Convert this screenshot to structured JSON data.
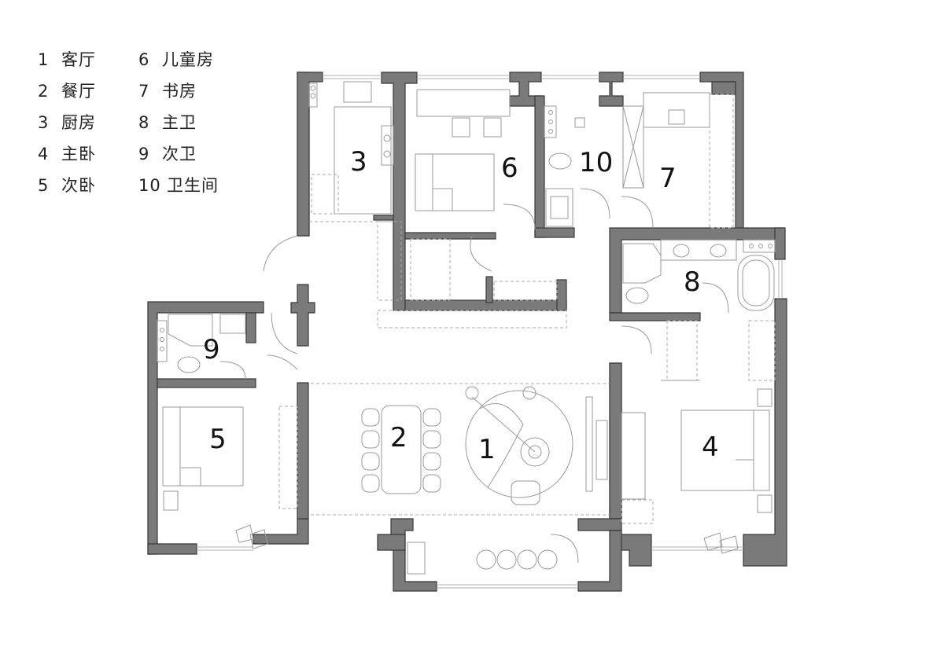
{
  "legend": {
    "items": [
      {
        "num": "1",
        "label": "客厅"
      },
      {
        "num": "2",
        "label": "餐厅"
      },
      {
        "num": "3",
        "label": "厨房"
      },
      {
        "num": "4",
        "label": "主卧"
      },
      {
        "num": "5",
        "label": "次卧"
      },
      {
        "num": "6",
        "label": "儿童房"
      },
      {
        "num": "7",
        "label": "书房"
      },
      {
        "num": "8",
        "label": "主卫"
      },
      {
        "num": "9",
        "label": "次卫"
      },
      {
        "num": "10",
        "label": "卫生间"
      }
    ]
  },
  "rooms": [
    {
      "id": "r1",
      "num": "1"
    },
    {
      "id": "r2",
      "num": "2"
    },
    {
      "id": "r3",
      "num": "3"
    },
    {
      "id": "r4",
      "num": "4"
    },
    {
      "id": "r5",
      "num": "5"
    },
    {
      "id": "r6",
      "num": "6"
    },
    {
      "id": "r7",
      "num": "7"
    },
    {
      "id": "r8",
      "num": "8"
    },
    {
      "id": "r9",
      "num": "9"
    },
    {
      "id": "r10",
      "num": "10"
    }
  ],
  "colors": {
    "wall": "#7a7a7a",
    "wall_outline": "#3a3a3a",
    "furniture": "#9a9a9a",
    "text": "#111111"
  }
}
